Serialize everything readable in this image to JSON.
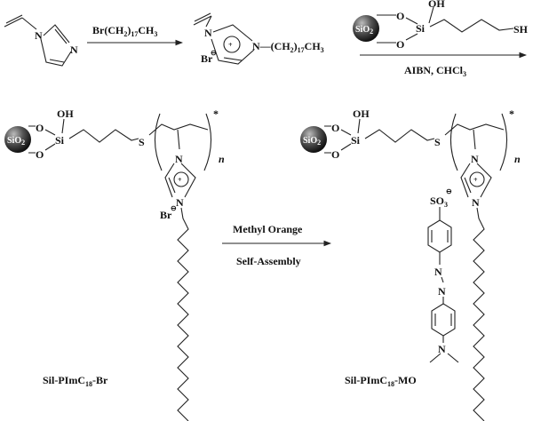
{
  "step1": {
    "reagent": [
      "Br(CH",
      "2",
      ")",
      "17",
      "CH",
      "3"
    ]
  },
  "step2": {
    "conditions": [
      "AIBN, CHCl",
      "3"
    ],
    "thiol": "SH",
    "hydroxyl": "OH"
  },
  "step3": {
    "reagent": "Methyl Orange",
    "process": "Self-Assembly"
  },
  "atoms": {
    "N": "N",
    "O": "O",
    "Si": "Si",
    "S": "S",
    "OH": "OH",
    "Br": "Br",
    "plus": "+",
    "minus": "⊖",
    "star": "*",
    "n": "n",
    "sio2": [
      "SiO",
      "2"
    ],
    "so3": [
      "SO",
      "3"
    ]
  },
  "monomer": {
    "chain": [
      "N—(CH",
      "2",
      ")",
      "17",
      "CH",
      "3"
    ]
  },
  "products": {
    "left": [
      "Sil-PImC",
      "18",
      "-Br"
    ],
    "right": [
      "Sil-PImC",
      "18",
      "-MO"
    ]
  },
  "colors": {
    "sphere": "#3a3a3a",
    "ink": "#111111"
  }
}
